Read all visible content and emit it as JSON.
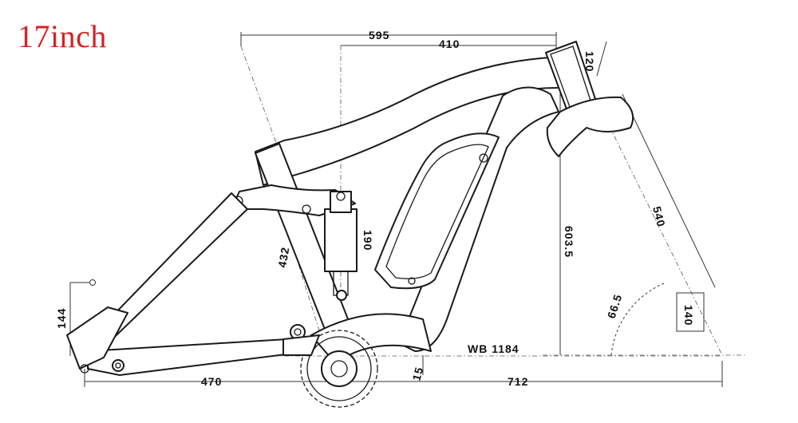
{
  "title": "17inch",
  "dimensions": {
    "top_length": "595",
    "reach": "410",
    "head_tube": "120",
    "fork_length": "540",
    "stack": "603.5",
    "shock_length": "190",
    "seat_tube": "432",
    "rear_axle_height": "144",
    "head_angle": "66.5",
    "fork_offset": "140",
    "wheelbase": "WB 1184",
    "bb_drop": "15",
    "chainstay": "470",
    "front_center": "712"
  },
  "colors": {
    "title": "#d42323",
    "lines": "#1a1a1a"
  }
}
